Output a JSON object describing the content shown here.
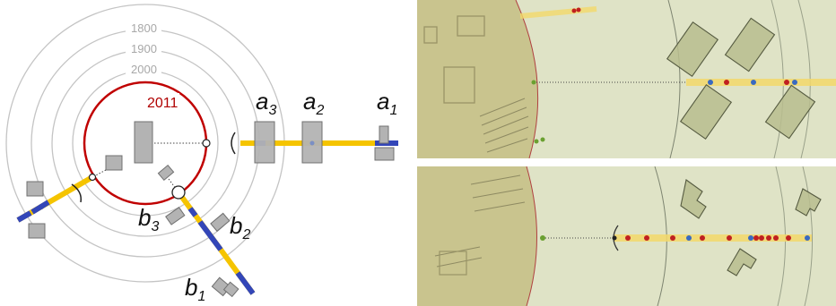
{
  "years": {
    "y1800": "1800",
    "y1900": "1900",
    "y2000": "2000",
    "y2011": "2011"
  },
  "labels": {
    "a1": {
      "letter": "a",
      "sub": "1"
    },
    "a2": {
      "letter": "a",
      "sub": "2"
    },
    "a3": {
      "letter": "a",
      "sub": "3"
    },
    "b1": {
      "letter": "b",
      "sub": "1"
    },
    "b2": {
      "letter": "b",
      "sub": "2"
    },
    "b3": {
      "letter": "b",
      "sub": "3"
    }
  },
  "colors": {
    "ring": "#bdbdbd",
    "ring_2011": "#c00000",
    "yellow_line": "#f5c400",
    "blue_segment": "#3346b8",
    "building_fill": "#b3b3b3",
    "map_bg": "#dfe3c6",
    "map_old": "#c9c48e"
  }
}
